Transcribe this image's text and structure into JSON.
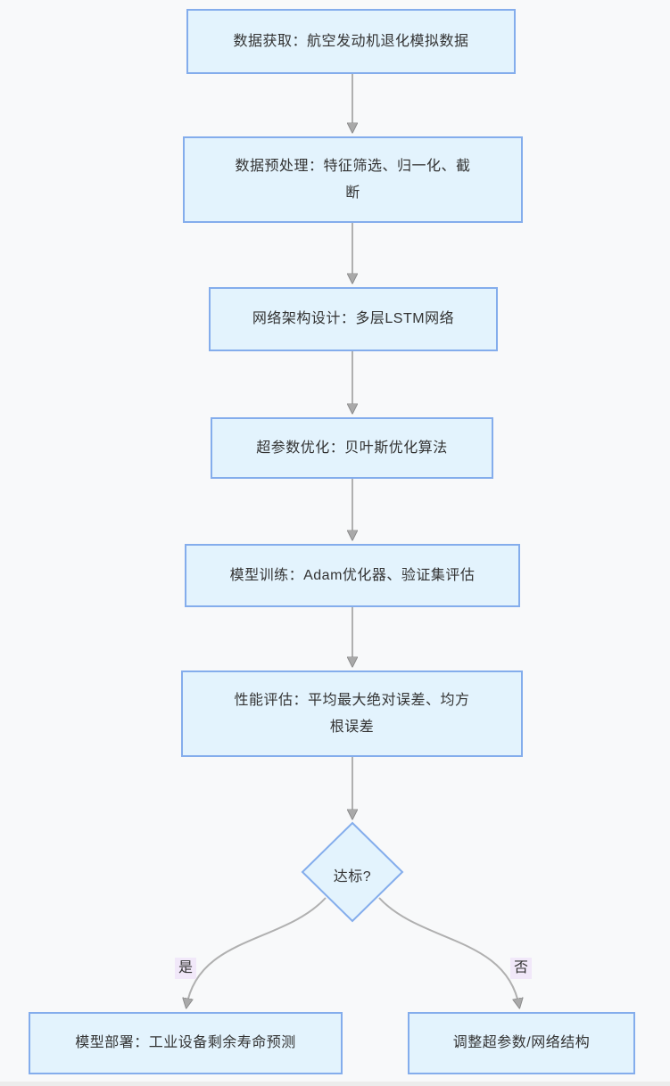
{
  "page": {
    "background_color": "#f8f9fa",
    "bottom_strip_color": "#ececec"
  },
  "flowchart": {
    "style": {
      "node_fill": "#e3f3fd",
      "node_border": "#84adec",
      "edge_color": "#b0b0b0",
      "arrowhead_color": "#a9a9a9",
      "edge_label_bg": "#f1e8f9",
      "text_color": "#333333"
    },
    "nodes": [
      {
        "id": "data-acquisition",
        "lines": [
          "数据获取：航空发动机退化模拟数据"
        ]
      },
      {
        "id": "data-preprocessing",
        "lines": [
          "数据预处理：特征筛选、归一化、截",
          "断"
        ]
      },
      {
        "id": "network-architecture-design",
        "lines": [
          "网络架构设计：多层LSTM网络"
        ]
      },
      {
        "id": "hyperparameter-optimization",
        "lines": [
          "超参数优化：贝叶斯优化算法"
        ]
      },
      {
        "id": "model-training",
        "lines": [
          "模型训练：Adam优化器、验证集评估"
        ]
      },
      {
        "id": "performance-evaluation",
        "lines": [
          "性能评估：平均最大绝对误差、均方",
          "根误差"
        ]
      },
      {
        "id": "model-deployment",
        "lines": [
          "模型部署：工业设备剩余寿命预测"
        ]
      },
      {
        "id": "adjust-hyperparameters",
        "lines": [
          "调整超参数/网络结构"
        ]
      }
    ],
    "decision": {
      "id": "meets-target",
      "label": "达标?"
    },
    "edge_labels": {
      "yes": "是",
      "no": "否"
    }
  }
}
